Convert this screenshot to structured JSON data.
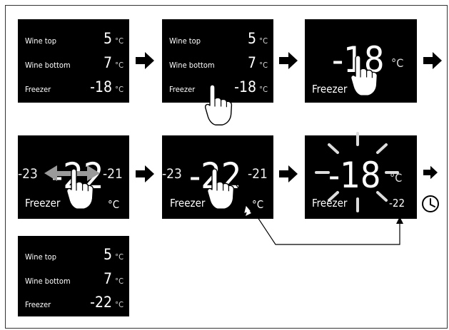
{
  "colors": {
    "screen": "#000000",
    "text": "#ffffff",
    "arrow": "#000000",
    "swipe": "#9a9a9a",
    "line": "#000000"
  },
  "icons": [
    "arrow-right-icon",
    "hand-touch-icon",
    "swipe-arrows-icon",
    "blink-rays-icon",
    "clock-icon",
    "connector-arrow-icon"
  ],
  "steps": {
    "s1": {
      "rows": [
        {
          "label": "Wine top",
          "value": "5",
          "unit": "°C"
        },
        {
          "label": "Wine bottom",
          "value": "7",
          "unit": "°C"
        },
        {
          "label": "Freezer",
          "value": "-18",
          "unit": "°C"
        }
      ]
    },
    "s2": {
      "rows": [
        {
          "label": "Wine top",
          "value": "5",
          "unit": "°C"
        },
        {
          "label": "Wine bottom",
          "value": "7",
          "unit": "°C"
        },
        {
          "label": "Freezer",
          "value": "-18",
          "unit": "°C"
        }
      ]
    },
    "s3": {
      "value": "-18",
      "unit": "°C",
      "label": "Freezer"
    },
    "s4": {
      "left": "-23",
      "value": "-22",
      "right": "-21",
      "label": "Freezer",
      "unit": "°C"
    },
    "s5": {
      "left": "-23",
      "value": "-22",
      "right": "-21",
      "label": "Freezer",
      "unit": "°C"
    },
    "s6": {
      "value": "-18",
      "unit": "°C",
      "label": "Freezer",
      "corner": "-22"
    },
    "s7": {
      "rows": [
        {
          "label": "Wine top",
          "value": "5",
          "unit": "°C"
        },
        {
          "label": "Wine bottom",
          "value": "7",
          "unit": "°C"
        },
        {
          "label": "Freezer",
          "value": "-22",
          "unit": "°C"
        }
      ]
    }
  }
}
